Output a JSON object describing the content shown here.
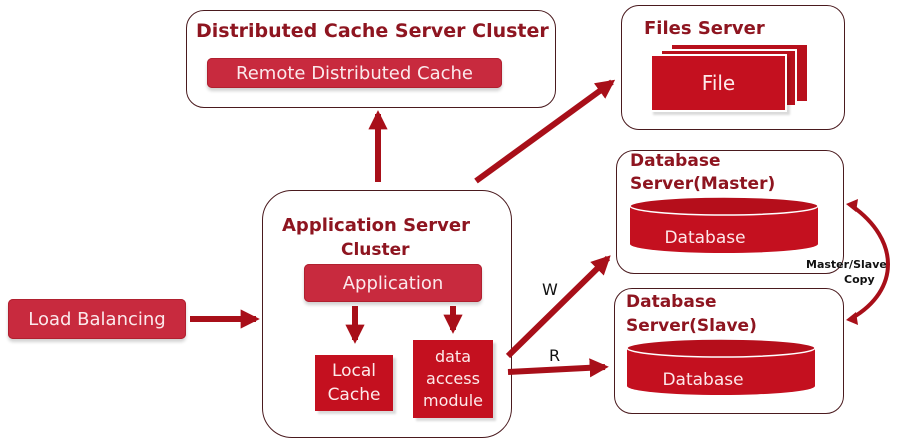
{
  "diagram": {
    "distributed_cache": {
      "title": "Distributed Cache Server Cluster",
      "component": "Remote Distributed Cache"
    },
    "files_server": {
      "title": "Files Server",
      "component": "File"
    },
    "db_master": {
      "title_line1": "Database",
      "title_line2": "Server(Master)",
      "component": "Database"
    },
    "db_slave": {
      "title_line1": "Database",
      "title_line2": "Server(Slave)",
      "component": "Database"
    },
    "app_server": {
      "title_line1": "Application Server",
      "title_line2": "Cluster",
      "application": "Application",
      "local_cache_line1": "Local",
      "local_cache_line2": "Cache",
      "dam_line1": "data",
      "dam_line2": "access",
      "dam_line3": "module"
    },
    "load_balancing": "Load Balancing",
    "edge_labels": {
      "write": "W",
      "read": "R",
      "replication_line1": "Master/Slave",
      "replication_line2": "Copy"
    },
    "colors": {
      "title_red": "#8e1520",
      "pill_red": "#c82a3e",
      "block_red": "#c4101f",
      "arrow_red": "#a80f19",
      "border": "#4a1a1e"
    }
  }
}
